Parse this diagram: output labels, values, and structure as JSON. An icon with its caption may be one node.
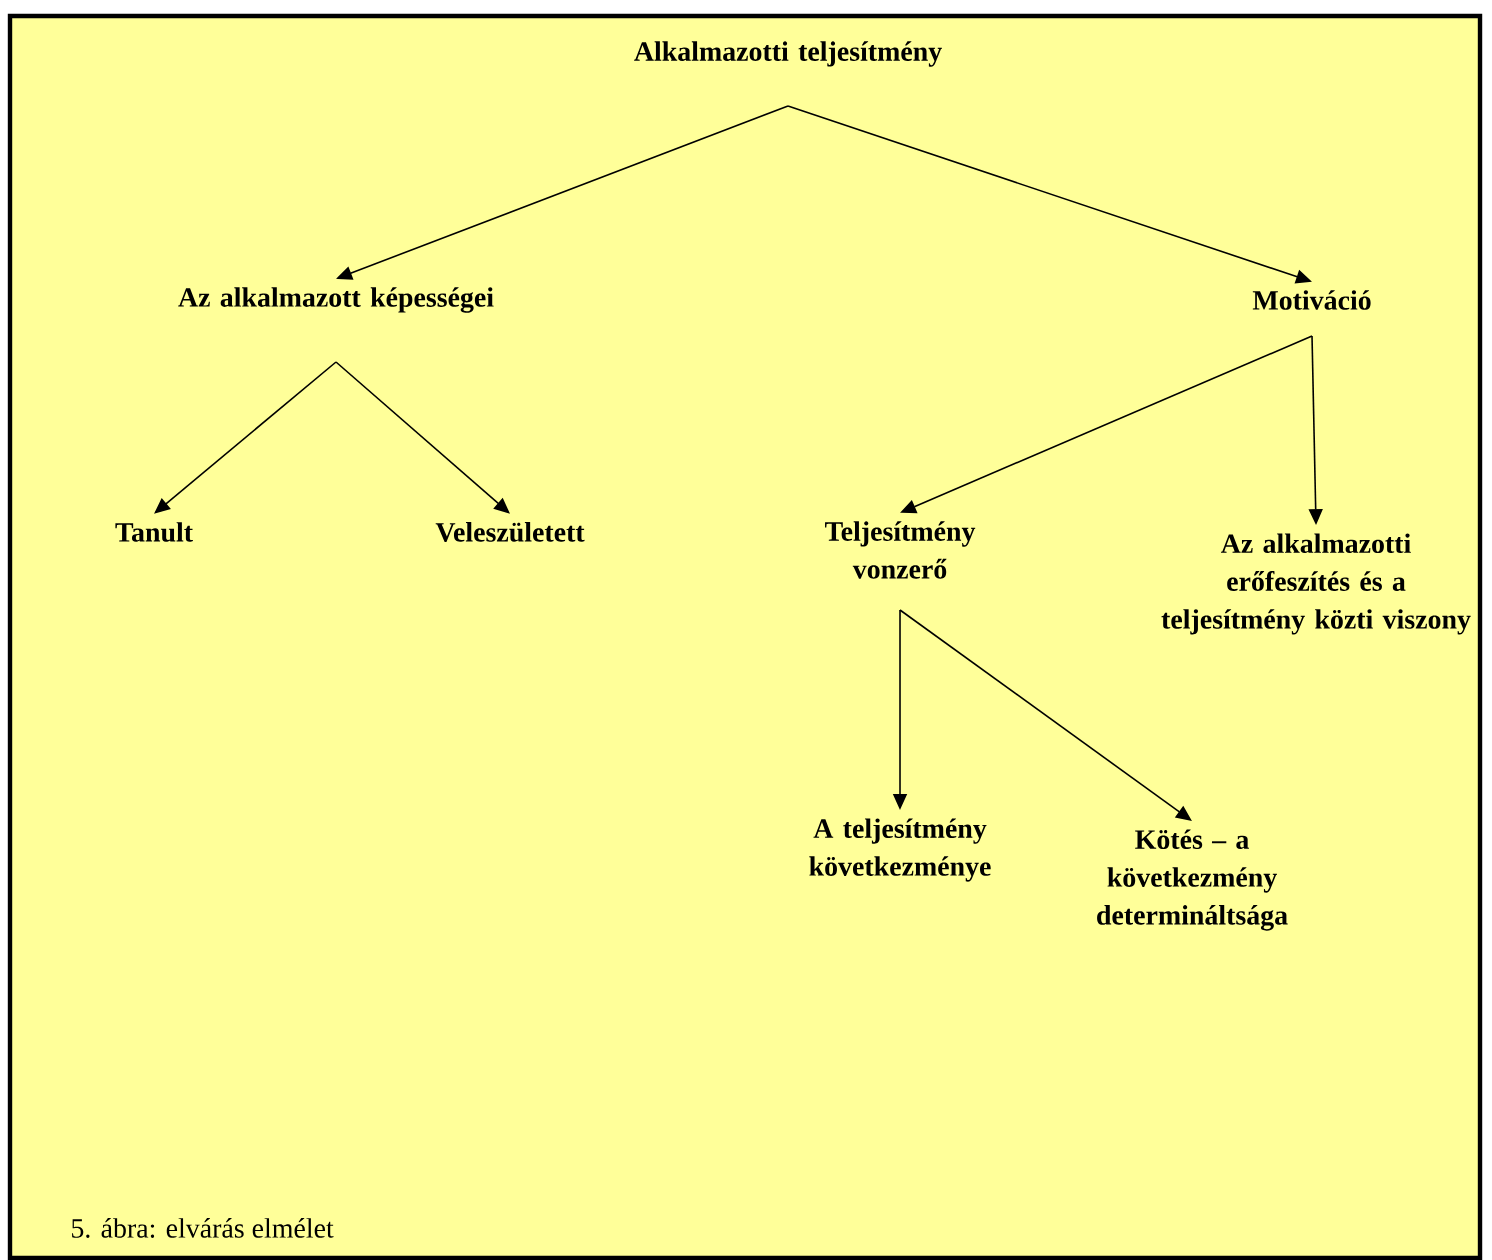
{
  "diagram": {
    "caption": "5. ábra: elvárás elmélet",
    "nodes": [
      {
        "text": [
          "Alkalmazotti teljesítmény"
        ]
      },
      {
        "text": [
          "Az alkalmazott képességei"
        ]
      },
      {
        "text": [
          "Motiváció"
        ]
      },
      {
        "text": [
          "Tanult"
        ]
      },
      {
        "text": [
          "Veleszületett"
        ]
      },
      {
        "text": [
          "Teljesítmény vonzerő"
        ]
      },
      {
        "text": [
          "Az alkalmazotti erőfeszítés és a teljesítmény közti viszony"
        ]
      },
      {
        "text": [
          "A teljesítmény következménye"
        ]
      },
      {
        "text": [
          "Kötés – a következmény determináltsága"
        ]
      }
    ],
    "edges": [
      {
        "from": 0,
        "to": 1,
        "arrow": "to"
      },
      {
        "from": 0,
        "to": 2,
        "arrow": "to"
      },
      {
        "from": 1,
        "to": 3,
        "arrow": "to"
      },
      {
        "from": 1,
        "to": 4,
        "arrow": "to"
      },
      {
        "from": 2,
        "to": 5,
        "arrow": "to"
      },
      {
        "from": 2,
        "to": 6,
        "arrow": "to"
      },
      {
        "from": 5,
        "to": 7,
        "arrow": "to"
      },
      {
        "from": 5,
        "to": 8,
        "arrow": "to"
      }
    ]
  }
}
